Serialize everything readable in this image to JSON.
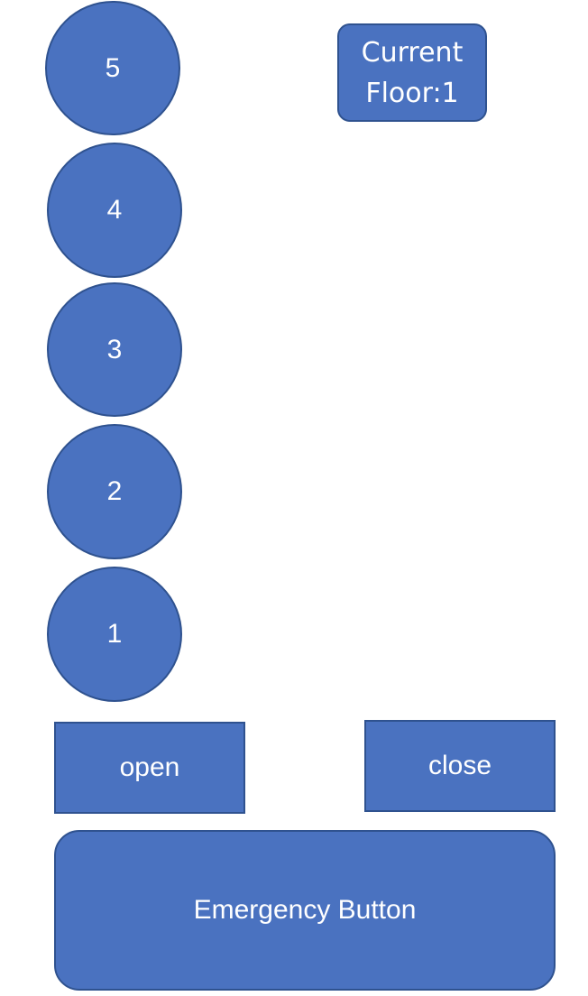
{
  "floors": {
    "f5": "5",
    "f4": "4",
    "f3": "3",
    "f2": "2",
    "f1": "1"
  },
  "display": {
    "text": "Current Floor:1"
  },
  "doors": {
    "open_label": "open",
    "close_label": "close"
  },
  "emergency": {
    "label": "Emergency Button"
  },
  "colors": {
    "button_fill": "#4A72C0",
    "button_border": "#2F528F",
    "text": "#FFFFFF",
    "background": "#FFFFFF"
  }
}
